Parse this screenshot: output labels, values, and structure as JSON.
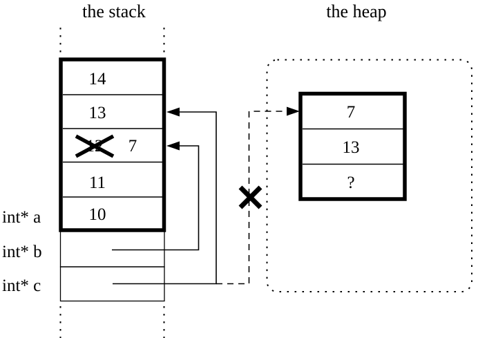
{
  "colors": {
    "ink": "#000000",
    "background": "#ffffff"
  },
  "titles": {
    "stack": "the stack",
    "heap": "the heap"
  },
  "stack": {
    "cells": {
      "c14": "14",
      "c13": "13",
      "c12_old": "12",
      "c12_new": "7",
      "c11": "11",
      "c10": "10"
    }
  },
  "pointers": {
    "a_label": "int* a",
    "b_label": "int* b",
    "c_label": "int* c"
  },
  "heap": {
    "cells": {
      "c0": "7",
      "c1": "13",
      "c2": "?"
    }
  }
}
